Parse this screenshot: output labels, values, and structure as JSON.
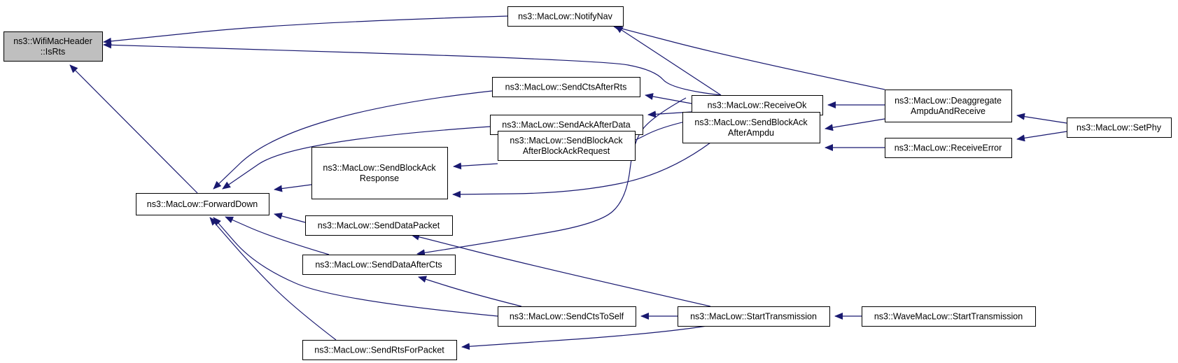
{
  "colors": {
    "edge": "#191970",
    "node_border": "#000000",
    "node_fill": "#ffffff",
    "focus_fill": "#bfbfbf",
    "text": "#000000"
  },
  "nodes": [
    {
      "id": "isrts",
      "lines": [
        "ns3::WifiMacHeader",
        "::IsRts"
      ],
      "focus": true
    },
    {
      "id": "forwarddown",
      "lines": [
        "ns3::MacLow::ForwardDown"
      ]
    },
    {
      "id": "notifynav",
      "lines": [
        "ns3::MacLow::NotifyNav"
      ]
    },
    {
      "id": "sendctsafterrts",
      "lines": [
        "ns3::MacLow::SendCtsAfterRts"
      ]
    },
    {
      "id": "sendackafterdata",
      "lines": [
        "ns3::MacLow::SendAckAfterData"
      ]
    },
    {
      "id": "sendblockackresponse",
      "lines": [
        "ns3::MacLow::SendBlockAck",
        "Response"
      ]
    },
    {
      "id": "senddatapacket",
      "lines": [
        "ns3::MacLow::SendDataPacket"
      ]
    },
    {
      "id": "senddataaftercts",
      "lines": [
        "ns3::MacLow::SendDataAfterCts"
      ]
    },
    {
      "id": "sendrtsforpacket",
      "lines": [
        "ns3::MacLow::SendRtsForPacket"
      ]
    },
    {
      "id": "sendblockackafterbar",
      "lines": [
        "ns3::MacLow::SendBlockAck",
        "AfterBlockAckRequest"
      ]
    },
    {
      "id": "sendctstoself",
      "lines": [
        "ns3::MacLow::SendCtsToSelf"
      ]
    },
    {
      "id": "receiveok",
      "lines": [
        "ns3::MacLow::ReceiveOk"
      ]
    },
    {
      "id": "sendblockackafterampdu",
      "lines": [
        "ns3::MacLow::SendBlockAck",
        "AfterAmpdu"
      ]
    },
    {
      "id": "starttransmission",
      "lines": [
        "ns3::MacLow::StartTransmission"
      ]
    },
    {
      "id": "deaggregate",
      "lines": [
        "ns3::MacLow::Deaggregate",
        "AmpduAndReceive"
      ]
    },
    {
      "id": "receiveerror",
      "lines": [
        "ns3::MacLow::ReceiveError"
      ]
    },
    {
      "id": "wavestarttransmission",
      "lines": [
        "ns3::WaveMacLow::StartTransmission"
      ]
    },
    {
      "id": "setphy",
      "lines": [
        "ns3::MacLow::SetPhy"
      ]
    }
  ],
  "edges": [
    {
      "from": "forwarddown",
      "to": "isrts"
    },
    {
      "from": "notifynav",
      "to": "isrts"
    },
    {
      "from": "receiveok",
      "to": "isrts"
    },
    {
      "from": "sendctsafterrts",
      "to": "forwarddown"
    },
    {
      "from": "sendackafterdata",
      "to": "forwarddown"
    },
    {
      "from": "sendblockackresponse",
      "to": "forwarddown"
    },
    {
      "from": "senddatapacket",
      "to": "forwarddown"
    },
    {
      "from": "senddataaftercts",
      "to": "forwarddown"
    },
    {
      "from": "sendctstoself",
      "to": "forwarddown"
    },
    {
      "from": "sendrtsforpacket",
      "to": "forwarddown"
    },
    {
      "from": "receiveok",
      "to": "notifynav"
    },
    {
      "from": "deaggregate",
      "to": "notifynav"
    },
    {
      "from": "receiveok",
      "to": "sendctsafterrts"
    },
    {
      "from": "receiveok",
      "to": "sendackafterdata"
    },
    {
      "from": "sendblockackafterbar",
      "to": "sendblockackresponse"
    },
    {
      "from": "sendblockackafterampdu",
      "to": "sendblockackresponse"
    },
    {
      "from": "receiveok",
      "to": "sendblockackafterbar"
    },
    {
      "from": "starttransmission",
      "to": "senddatapacket"
    },
    {
      "from": "receiveok",
      "to": "senddataaftercts"
    },
    {
      "from": "sendctstoself",
      "to": "senddataaftercts"
    },
    {
      "from": "starttransmission",
      "to": "sendctstoself"
    },
    {
      "from": "starttransmission",
      "to": "sendrtsforpacket"
    },
    {
      "from": "deaggregate",
      "to": "receiveok"
    },
    {
      "from": "deaggregate",
      "to": "sendblockackafterampdu"
    },
    {
      "from": "receiveerror",
      "to": "sendblockackafterampdu"
    },
    {
      "from": "wavestarttransmission",
      "to": "starttransmission"
    },
    {
      "from": "setphy",
      "to": "deaggregate"
    },
    {
      "from": "setphy",
      "to": "receiveerror"
    }
  ]
}
